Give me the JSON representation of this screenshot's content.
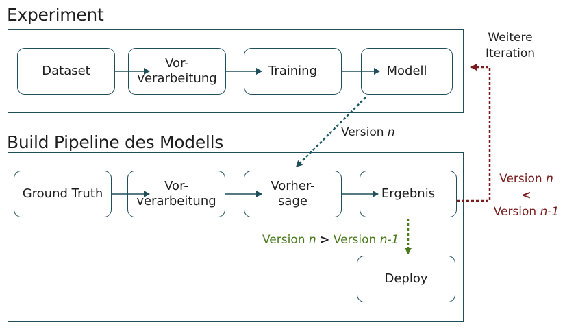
{
  "experiment": {
    "title": "Experiment",
    "nodes": {
      "dataset": "Dataset",
      "preprocessing_1": "Vor-",
      "preprocessing_2": "verarbeitung",
      "training": "Training",
      "model": "Modell"
    }
  },
  "pipeline": {
    "title": "Build Pipeline des Modells",
    "nodes": {
      "ground_truth": "Ground Truth",
      "preprocessing_1": "Vor-",
      "preprocessing_2": "verarbeitung",
      "prediction_1": "Vorher-",
      "prediction_2": "sage",
      "result": "Ergebnis",
      "deploy": "Deploy"
    }
  },
  "labels": {
    "further_iteration_1": "Weitere",
    "further_iteration_2": "Iteration",
    "version_word": "Version",
    "n": "n",
    "n_minus_1": "n-1",
    "greater_than": ">",
    "less_than": "<"
  },
  "colors": {
    "teal": "#1f4f5a",
    "teal_dashed": "#1c5a66",
    "dark_red": "#7a1c1c",
    "green": "#4a7a1e",
    "text": "#1e1e1e"
  }
}
